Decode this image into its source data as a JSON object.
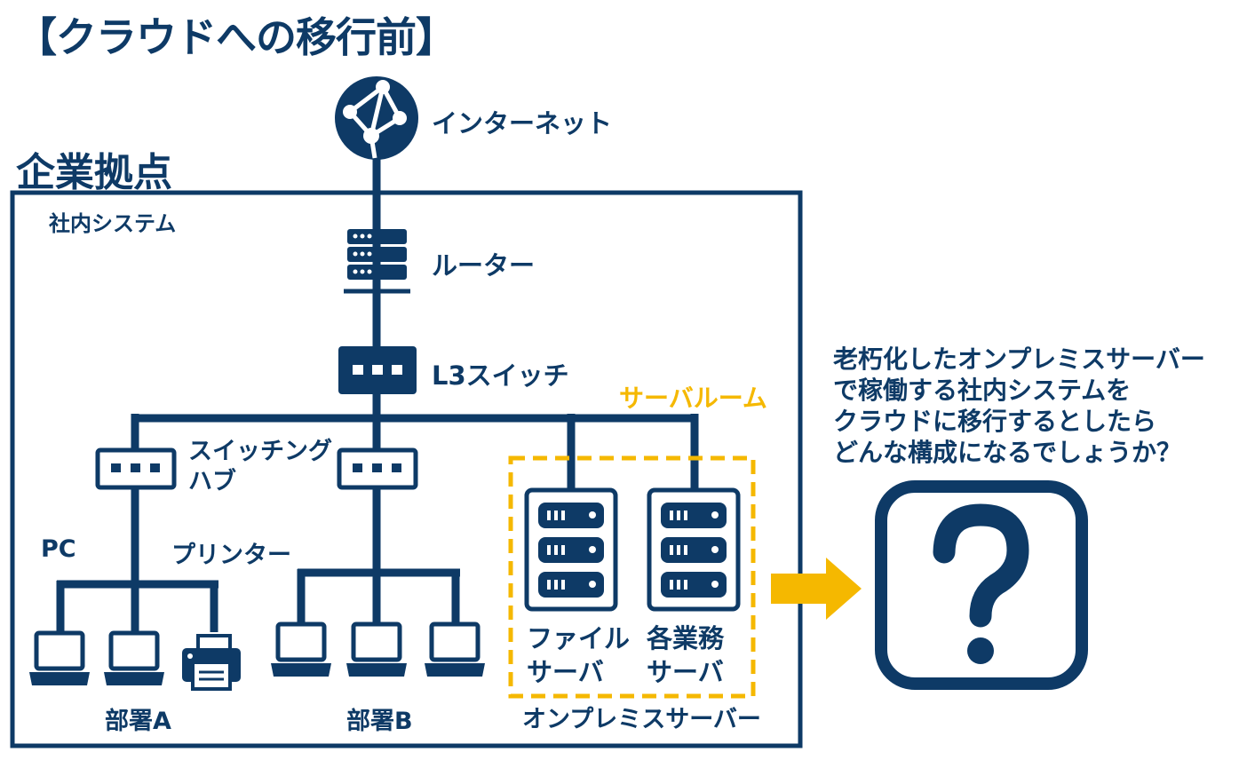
{
  "title": "【クラウドへの移行前】",
  "site_label": "企業拠点",
  "system_label": "社内システム",
  "nodes": {
    "internet": "インターネット",
    "router": "ルーター",
    "l3_switch": "L3スイッチ",
    "switching_hub": [
      "スイッチング",
      "ハブ"
    ],
    "pc": "PC",
    "printer": "プリンター",
    "dept_a": "部署A",
    "dept_b": "部署B",
    "server_room": "サーバルーム",
    "file_server": [
      "ファイル",
      "サーバ"
    ],
    "business_server": [
      "各業務",
      "サーバ"
    ],
    "on_premise": "オンプレミスサーバー"
  },
  "question": [
    "老朽化したオンプレミスサーバー",
    "で稼働する社内システムを",
    "クラウドに移行するとしたら",
    "どんな構成になるでしょうか？"
  ],
  "colors": {
    "navy": "#0e3a66",
    "accent": "#f5b800",
    "white": "#ffffff"
  },
  "icons": [
    "globe-network-icon",
    "router-icon",
    "switch-icon",
    "server-icon",
    "laptop-icon",
    "printer-icon",
    "arrow-right-icon",
    "question-mark-icon"
  ]
}
